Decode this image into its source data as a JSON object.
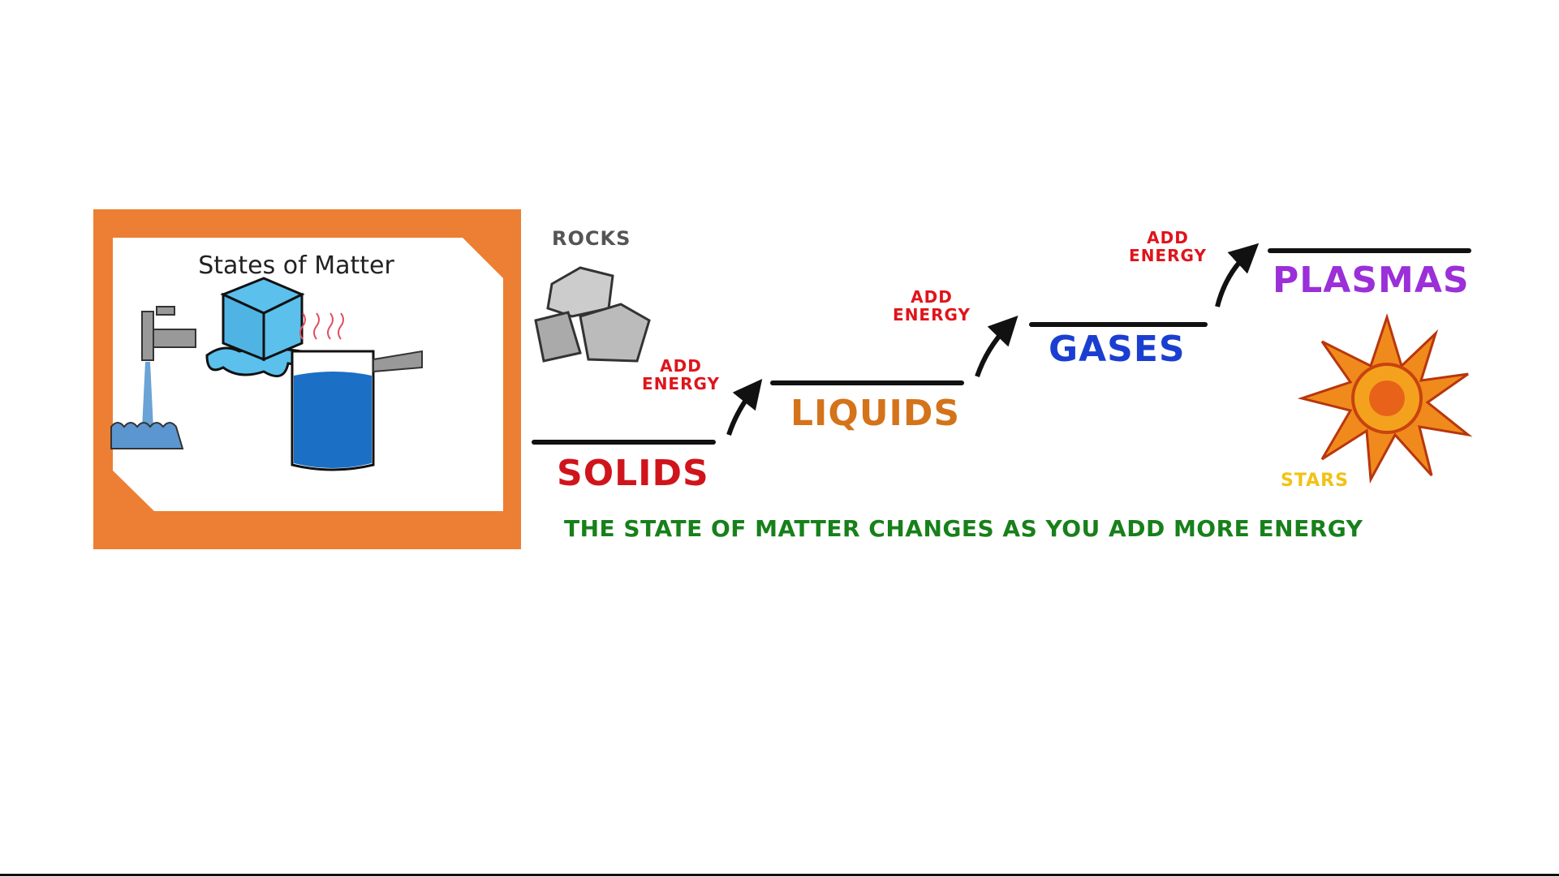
{
  "card": {
    "title": "States of Matter"
  },
  "diagram": {
    "rocks_label": "ROCKS",
    "add_energy": [
      "ADD",
      "ENERGY"
    ],
    "states": [
      {
        "label": "SOLIDS",
        "color": "#d0141b"
      },
      {
        "label": "LIQUIDS",
        "color": "#d4731a"
      },
      {
        "label": "GASES",
        "color": "#1a3fd0"
      },
      {
        "label": "PLASMAS",
        "color": "#9b2fd8"
      }
    ],
    "stars_label": "STARS",
    "caption": "THE STATE OF MATTER CHANGES AS YOU ADD MORE ENERGY",
    "caption_color": "#17801a",
    "energy_color": "#e0141b"
  }
}
